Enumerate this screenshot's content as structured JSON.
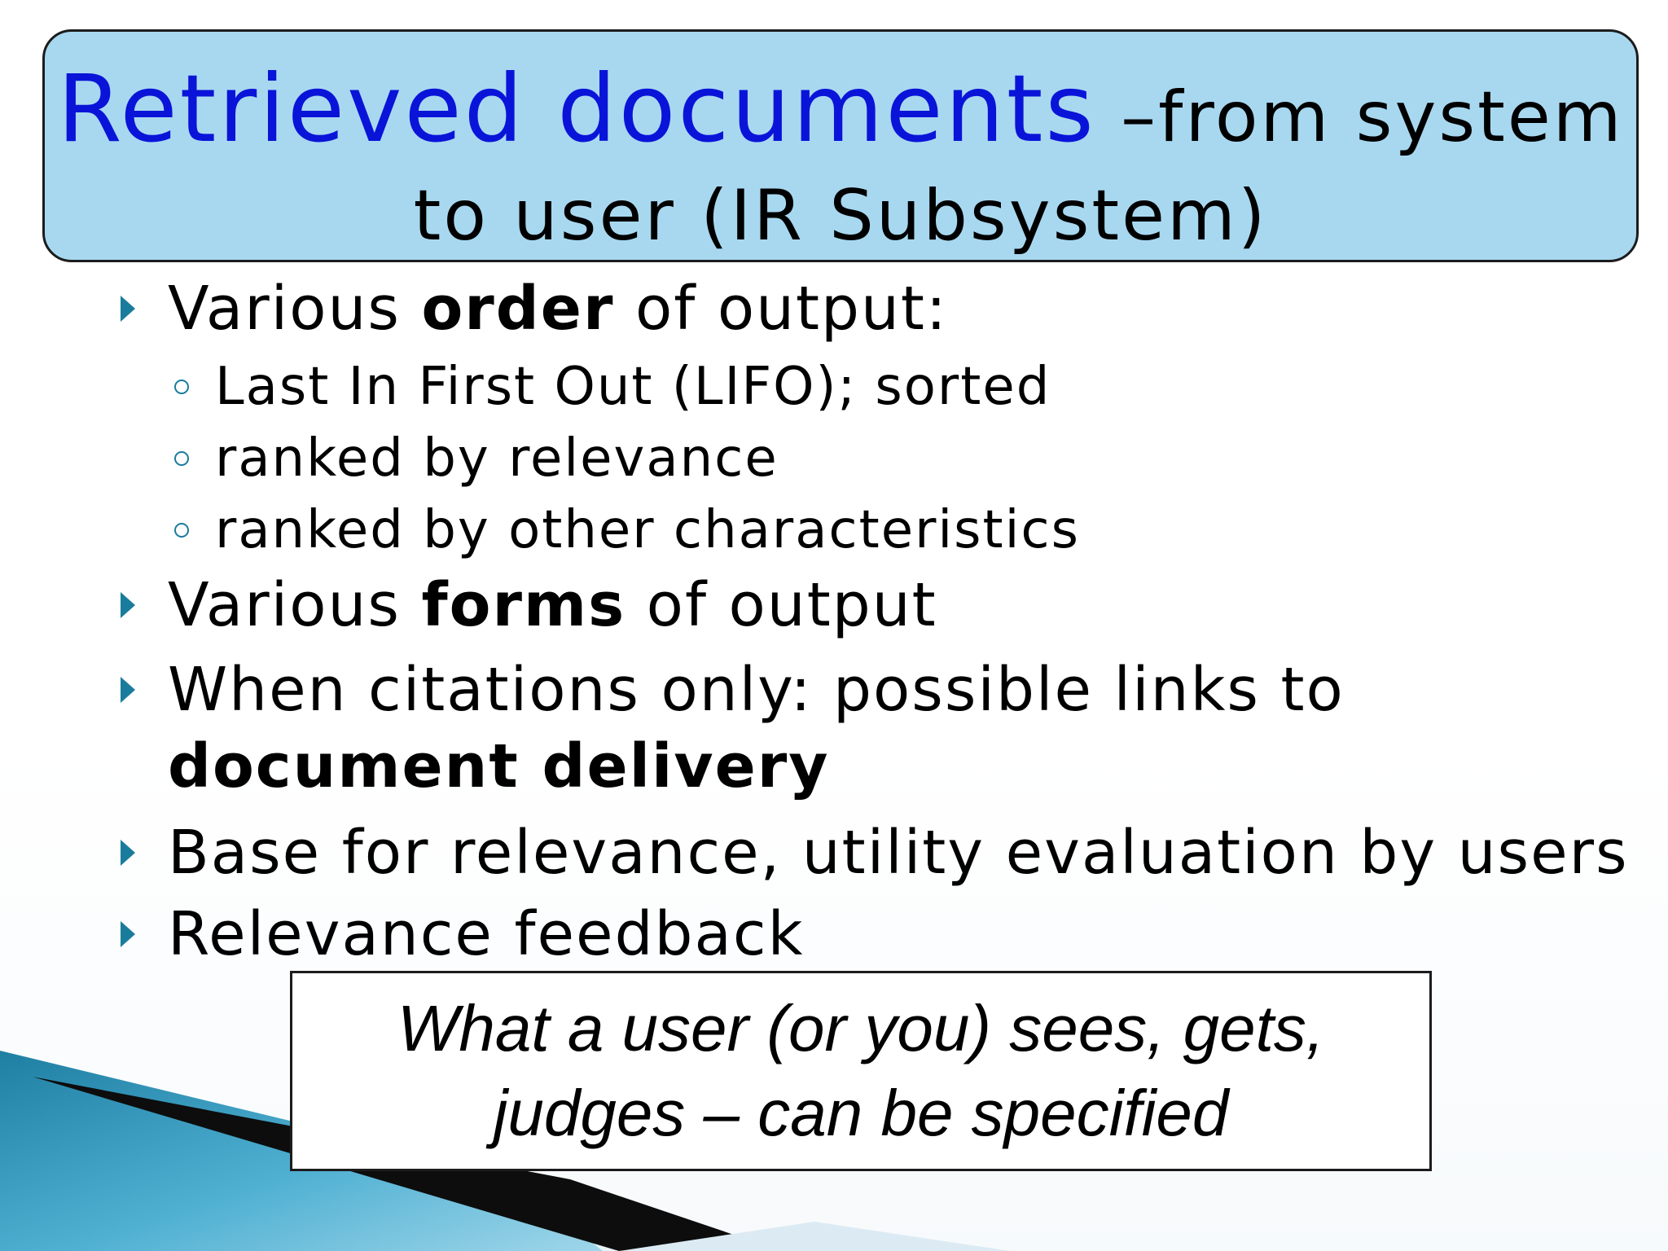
{
  "slide": {
    "title": {
      "main": "Retrieved documents",
      "rest": " –from system",
      "line2": "to user (IR Subsystem)"
    },
    "bullets": [
      {
        "pre": "Various ",
        "bold": "order",
        "post": " of output:",
        "subs": [
          "Last In First Out (LIFO); sorted",
          "ranked by relevance",
          "ranked by other characteristics"
        ]
      },
      {
        "pre": "Various ",
        "bold": "forms",
        "post": " of output"
      },
      {
        "line1": "When citations only: possible links to",
        "line2": "document  delivery"
      },
      {
        "text": "Base for relevance, utility evaluation by users"
      },
      {
        "text": "Relevance feedback"
      }
    ],
    "callout": {
      "line1": "What a user (or you) sees, gets,",
      "line2": "judges – can be specified"
    },
    "colors": {
      "title_bg": "#a8d8f0",
      "title_blue": "#0a14d8",
      "bullet_accent": "#1a7c9c",
      "corner_teal": "#2a8fb0"
    }
  }
}
